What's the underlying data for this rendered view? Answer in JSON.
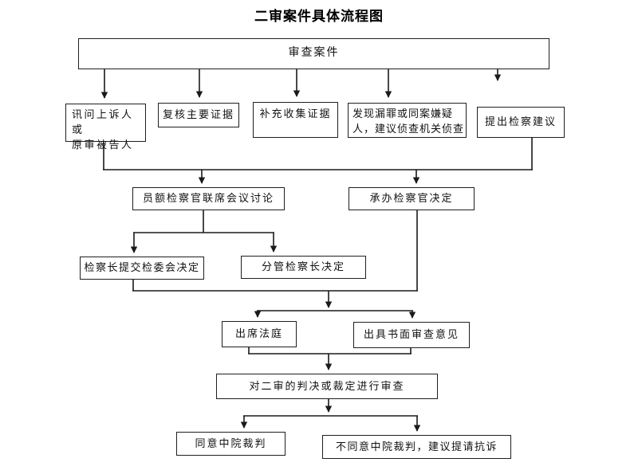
{
  "title": "二审案件具体流程图",
  "colors": {
    "background": "#ffffff",
    "line": "#1a1a1a",
    "box_border": "#1f1f1f",
    "text": "#111111"
  },
  "flowchart": {
    "nodes": {
      "review_case": {
        "label": "审查案件"
      },
      "interrogate": {
        "line1": "讯问上诉人或",
        "line2": "原审被告人"
      },
      "verify_evidence": {
        "label": "复核主要证据"
      },
      "supplement_evidence": {
        "label": "补充收集证据"
      },
      "missed_crime": {
        "line1": "发现漏罪或同案嫌疑",
        "line2": "人，建议侦查机关侦查"
      },
      "procuratorial_suggestion": {
        "label": "提出检察建议"
      },
      "joint_meeting": {
        "label": "员额检察官联席会议讨论"
      },
      "case_prosecutor_decide": {
        "label": "承办检察官决定"
      },
      "chief_to_committee": {
        "label": "检察长提交检委会决定"
      },
      "deputy_chief_decide": {
        "label": "分管检察长决定"
      },
      "attend_court": {
        "label": "出席法庭"
      },
      "written_opinion": {
        "label": "出具书面审查意见"
      },
      "review_judgment": {
        "label": "对二审的判决或裁定进行审查"
      },
      "agree_ruling": {
        "label": "同意中院裁判"
      },
      "disagree_ruling": {
        "label": "不同意中院裁判，建议提请抗诉"
      }
    }
  }
}
